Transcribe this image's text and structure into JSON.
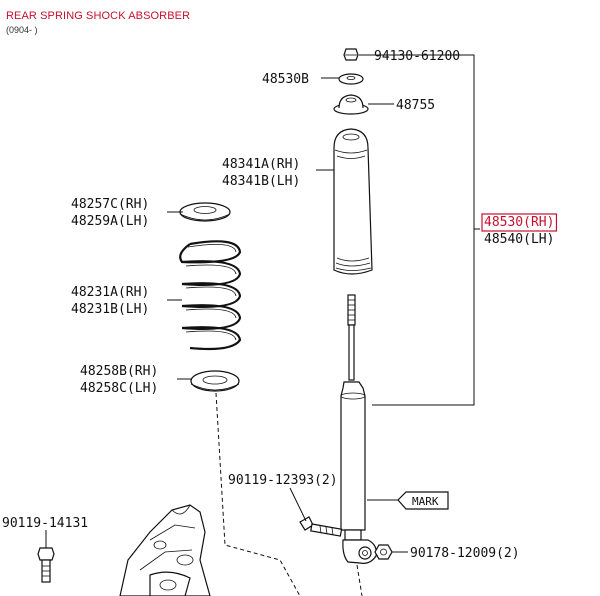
{
  "header": {
    "title": "REAR SPRING SHOCK ABSORBER",
    "subtitle": "(0904- )"
  },
  "highlight_color": "#c8102e",
  "labels": {
    "p94130": "94130-61200",
    "p48530b": "48530B",
    "p48755": "48755",
    "p48341a": "48341A(RH)",
    "p48341b": "48341B(LH)",
    "p48530rh": "48530(RH)",
    "p48540lh": "48540(LH)",
    "p48257c": "48257C(RH)",
    "p48259a": "48259A(LH)",
    "p48231a": "48231A(RH)",
    "p48231b": "48231B(LH)",
    "p48258b": "48258B(RH)",
    "p48258c": "48258C(LH)",
    "p90119_12393": "90119-12393(2)",
    "mark": "MARK",
    "p90119_14131": "90119-14131",
    "p90178": "90178-12009(2)"
  }
}
